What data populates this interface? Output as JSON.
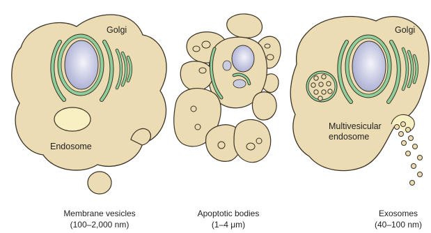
{
  "labels": {
    "golgi_left": "Golgi",
    "golgi_right": "Golgi",
    "endosome": "Endosome",
    "multivesicular": "Multivesicular\nendosome"
  },
  "captions": {
    "left_title": "Membrane vesicles",
    "left_range": "(100–2,000 nm)",
    "mid_title": "Apoptotic bodies",
    "mid_range": "(1–4 μm)",
    "right_title": "Exosomes",
    "right_range": "(40–100 nm)"
  },
  "colors": {
    "cytoplasm": "#ecdcb3",
    "outline": "#3a3226",
    "membrane_green": "#8fcf9b",
    "nucleus": "#c9cbe0",
    "endosome": "#f8efc3"
  }
}
